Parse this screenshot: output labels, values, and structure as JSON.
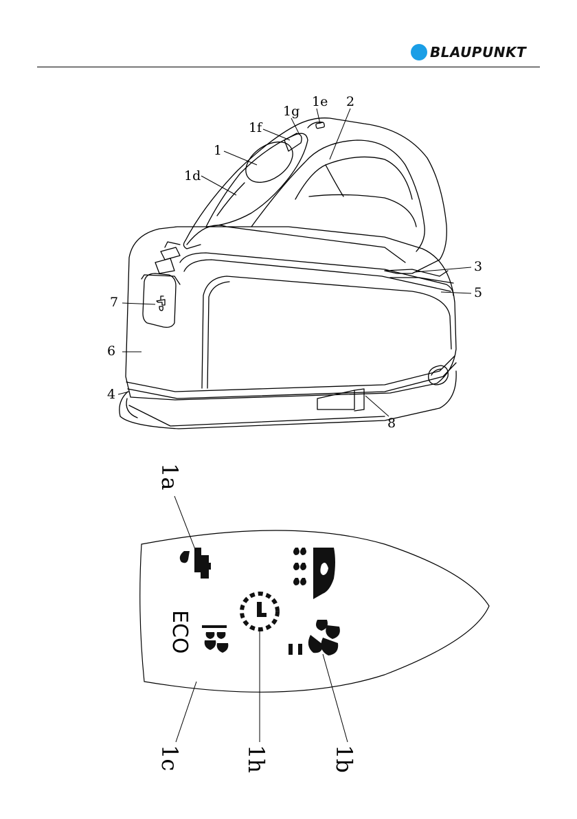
{
  "brand": {
    "name": "BLAUPUNKT",
    "dot_color": "#1a9ee6"
  },
  "figure_labels": {
    "l1": "1",
    "l1d": "1d",
    "l1f": "1f",
    "l1g": "1g",
    "l1e": "1e",
    "l2": "2",
    "l3": "3",
    "l5": "5",
    "l7": "7",
    "l6": "6",
    "l4": "4",
    "l8": "8"
  },
  "panel_labels": {
    "l1a": "1a",
    "l1c": "1c",
    "l1h": "1h",
    "l1b": "1b",
    "eco": "ECO"
  },
  "icons": [
    "tap-icon",
    "iron-steam-icon",
    "timer-icon",
    "eco-steam-icon",
    "max-steam-icon"
  ]
}
